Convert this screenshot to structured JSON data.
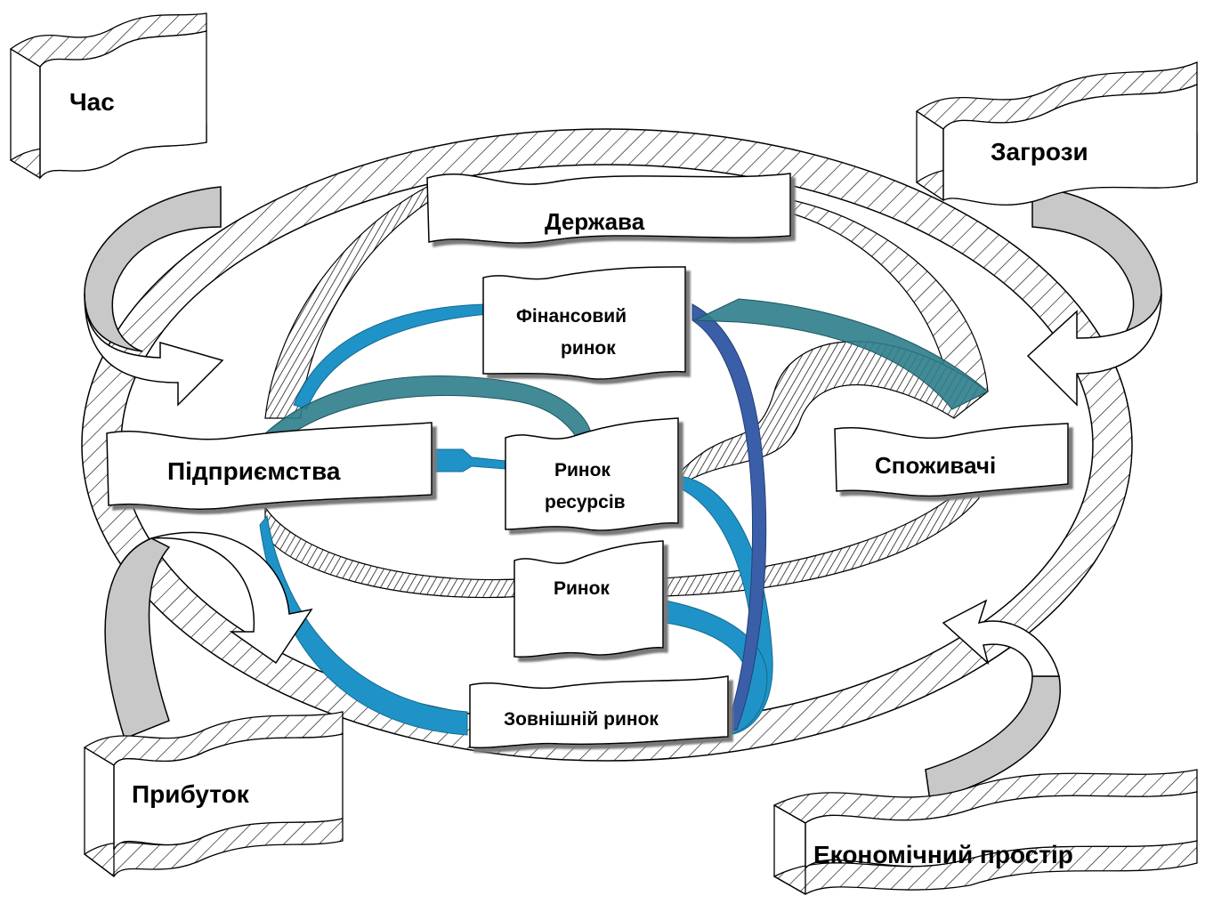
{
  "corners": {
    "time": "Час",
    "threats": "Загрози",
    "profit": "Прибуток",
    "economic_space": "Економічний простір"
  },
  "actors": {
    "state": "Держава",
    "enterprises": "Підприємства",
    "consumers": "Споживачі"
  },
  "markets": {
    "financial_line1": "Фінансовий",
    "financial_line2": "ринок",
    "resources_line1": "Ринок",
    "resources_line2": "ресурсів",
    "market": "Ринок",
    "external": "Зовнішній ринок"
  },
  "colors": {
    "hatch": "#000000",
    "teal_arrow": "#2e7d8a",
    "light_blue_arrow": "#1f93c7",
    "dark_blue_arrow": "#3a5fa8",
    "grey_arrow": "#c8c8c8"
  }
}
